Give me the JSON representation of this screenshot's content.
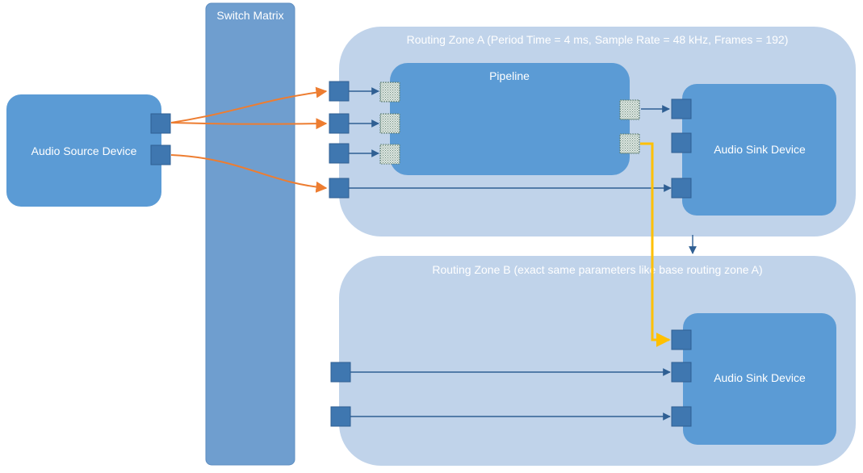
{
  "switch_matrix": {
    "label": "Switch Matrix"
  },
  "source_device": {
    "label": "Audio Source Device"
  },
  "routing_zone_a": {
    "label": "Routing Zone A (Period Time = 4 ms, Sample Rate = 48 kHz, Frames = 192)",
    "pipeline": {
      "label": "Pipeline"
    },
    "sink_device": {
      "label": "Audio Sink Device"
    }
  },
  "routing_zone_b": {
    "label": "Routing Zone B (exact same parameters like base routing zone A)",
    "sink_device": {
      "label": "Audio Sink Device"
    }
  },
  "colors": {
    "zone_fill": "#c0d3ea",
    "device_fill": "#5b9bd5",
    "switch_matrix_fill": "#6f9ecf",
    "port_fill": "#3f77b0",
    "port_stroke": "#2f5f93",
    "arrow_blue": "#2f5f93",
    "arrow_orange": "#ed7d31",
    "arrow_yellow": "#ffc000",
    "label_light": "#ffffff"
  }
}
